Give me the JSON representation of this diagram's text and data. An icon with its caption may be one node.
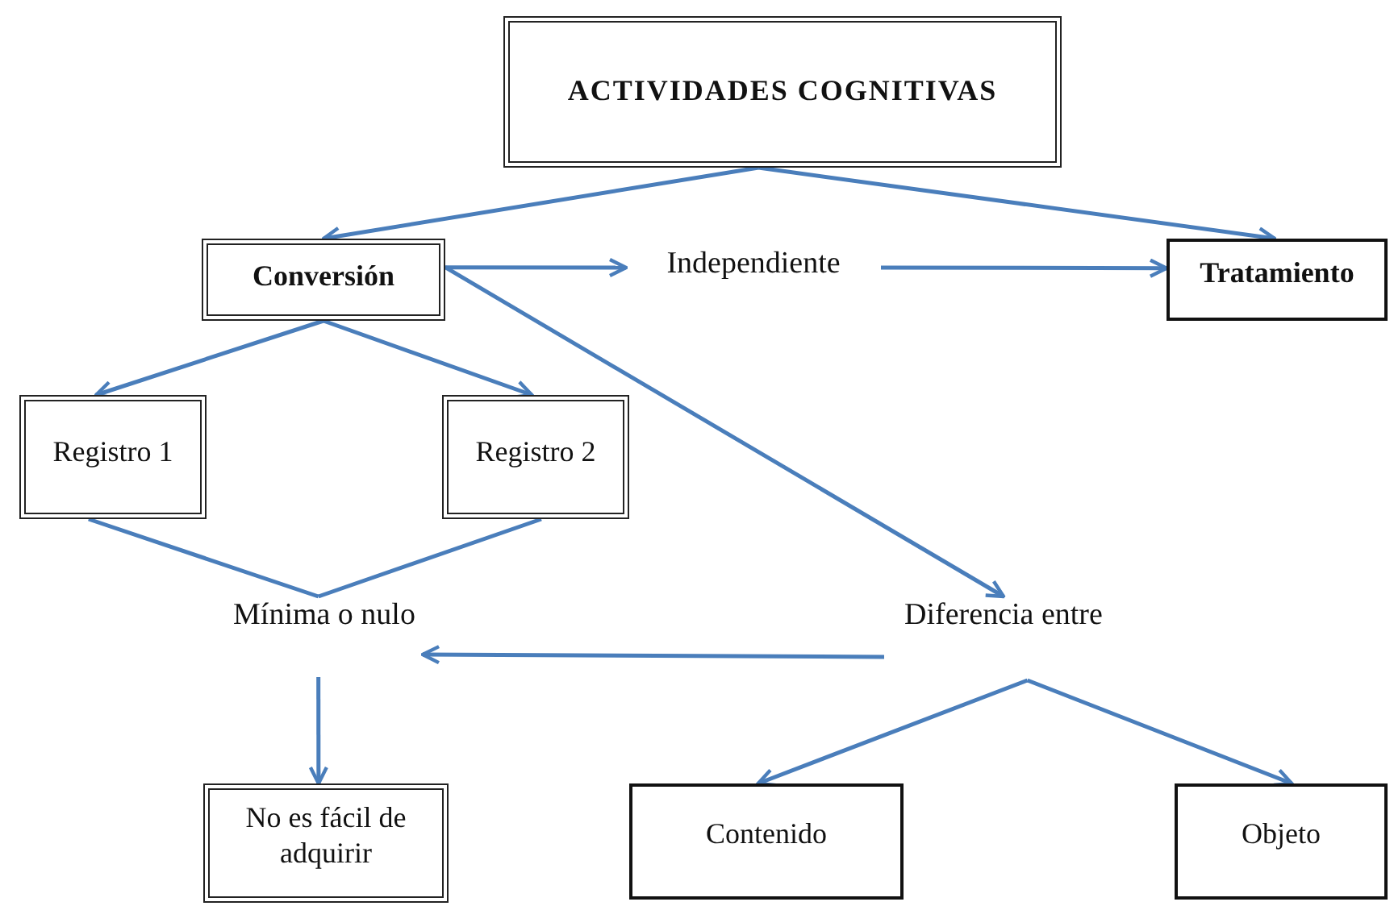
{
  "diagram": {
    "nodes": [
      {
        "text": [
          "ACTIVIDADES COGNITIVAS"
        ]
      },
      {
        "text": [
          "Conversión"
        ]
      },
      {
        "text": [
          "Independiente"
        ]
      },
      {
        "text": [
          "Tratamiento"
        ]
      },
      {
        "text": [
          "Registro 1"
        ]
      },
      {
        "text": [
          "Registro 2"
        ]
      },
      {
        "text": [
          "Mínima o nulo"
        ]
      },
      {
        "text": [
          "Diferencia entre"
        ]
      },
      {
        "text": [
          "No es fácil de adquirir"
        ]
      },
      {
        "text": [
          "Contenido"
        ]
      },
      {
        "text": [
          "Objeto"
        ]
      }
    ],
    "edges": [
      {
        "from": 0,
        "to": 1,
        "arrow": "to"
      },
      {
        "from": 0,
        "to": 3,
        "arrow": "to"
      },
      {
        "from": 1,
        "to": 2,
        "arrow": "to"
      },
      {
        "from": 2,
        "to": 3,
        "arrow": "to"
      },
      {
        "from": 1,
        "to": 4,
        "arrow": "to"
      },
      {
        "from": 1,
        "to": 5,
        "arrow": "to"
      },
      {
        "from": 1,
        "to": 7,
        "arrow": "to"
      },
      {
        "from": 4,
        "to": 6,
        "arrow": "none"
      },
      {
        "from": 5,
        "to": 6,
        "arrow": "none"
      },
      {
        "from": 7,
        "to": 6,
        "arrow": "to"
      },
      {
        "from": 6,
        "to": 8,
        "arrow": "to"
      },
      {
        "from": 7,
        "to": 9,
        "arrow": "to"
      },
      {
        "from": 7,
        "to": 10,
        "arrow": "to"
      }
    ]
  }
}
